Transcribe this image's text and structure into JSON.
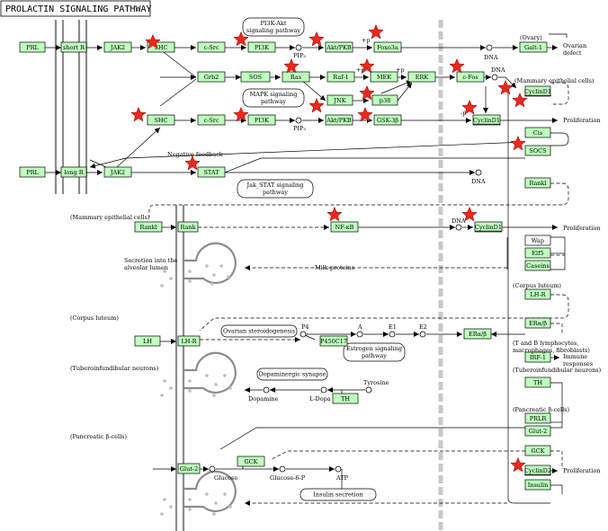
{
  "title": "PROLACTIN SIGNALING PATHWAY",
  "genes": {
    "prl1": "PRL",
    "short_r": "short R",
    "jak2_1": "JAK2",
    "shc1": "SHC",
    "csrc1": "c-Src",
    "pi3k1": "PI3K",
    "akt1": "Akt/PKB",
    "foxo3a": "Foxo3a",
    "galt1": "Galt-1",
    "grb2": "Grb2",
    "sos": "SOS",
    "ras": "Ras",
    "raf1": "Raf-1",
    "mek": "MEK",
    "erk": "ERK",
    "cfos": "c-Fos",
    "cyclind1_a": "CyclinD1",
    "jnk": "JNK",
    "p38": "p38",
    "shc2": "SHC",
    "csrc2": "c-Src",
    "pi3k2": "PI3K",
    "akt2": "Akt/PKB",
    "gsk3b": "GSK-3β",
    "cyclind1_b": "CyclinD1",
    "cis": "Cis",
    "socs": "SOCS",
    "prl2": "PRL",
    "long_r": "long R",
    "jak2_2": "JAK2",
    "stat": "STAT",
    "rankl_r": "Rankl",
    "rankl": "Rankl",
    "rank": "Rank",
    "nfkb": "NF-κB",
    "cyclind1_c": "CyclinD1",
    "wap": "Wap",
    "elf5": "Elf5",
    "caseins": "Caseins",
    "lhr_r": "LH-R",
    "lh": "LH",
    "lhr": "LH-R",
    "p450c17": "P450C17",
    "era_r": "ERα/β",
    "era": "ERα/β",
    "irf1": "IRF-1",
    "th_r": "TH",
    "th": "TH",
    "prlr": "PRLR",
    "glut2_r": "Glut-2",
    "gck_r": "GCK",
    "cyclind2": "CyclinD2",
    "insulin": "Insulin",
    "glut2": "Glut-2",
    "gck": "GCK"
  },
  "pathway_links": {
    "pi3k_akt": [
      "PI3K-Akt",
      "signaling pathway"
    ],
    "mapk": [
      "MAPK signaling",
      "pathway"
    ],
    "jak_stat": [
      "Jak_STAT signaling",
      "pathway"
    ],
    "ovarian": "Ovarian steroidogenesis",
    "estrogen": [
      "Estrogen signaling",
      "pathway"
    ],
    "dopaminergic": "Dopaminergic synapse",
    "insulin_secretion": "Insulin secretion"
  },
  "labels": {
    "pip3_1": "PIP₃",
    "pip3_2": "PIP₃",
    "dna1": "DNA",
    "dna2": "DNA",
    "dna3": "DNA",
    "dna4": "DNA",
    "ovary": "(Ovary)",
    "ovarian_defect": [
      "Ovarian",
      "defect"
    ],
    "mammary1": "(Mammary epithelial cells)",
    "mammary2": "(Mammary epithelial cells)",
    "proliferation1": "Proliferation",
    "proliferation2": "Proliferation",
    "proliferation3": "Proliferation",
    "neg_feedback": "Negative feedback",
    "secretion": [
      "Secretion into the",
      "alveolar lumen"
    ],
    "milk": "Milk proteins",
    "corpus1": "(Corpus luteum)",
    "corpus2": "(Corpus luteum)",
    "p4": "P4",
    "a": "A",
    "e1": "E1",
    "e2": "E2",
    "tb": [
      "(T and B lymphocytes,",
      "macrophages, fibroblasts)"
    ],
    "immune": [
      "Immune",
      "responses"
    ],
    "tubero1": "(Tuberoinfundibular neurons)",
    "tubero2": "(Tuberoinfundibular neurons)",
    "tyrosine": "Tyrosine",
    "ldopa": "L-Dopa",
    "dopamine": "Dopamine",
    "pancreatic1": "(Pancreatic β-cells)",
    "pancreatic2": "(Pancreatic β-cells)",
    "glucose": "Glucose",
    "glucose6p": "Glucose-6-P",
    "atp": "ATP",
    "p_plus": "+p",
    "minus_p": "-p"
  },
  "highlight_marker": "red-star",
  "colors": {
    "gene_fill": "#bfffbf",
    "star": "#e8291c",
    "membrane": "#8c8c8c"
  }
}
